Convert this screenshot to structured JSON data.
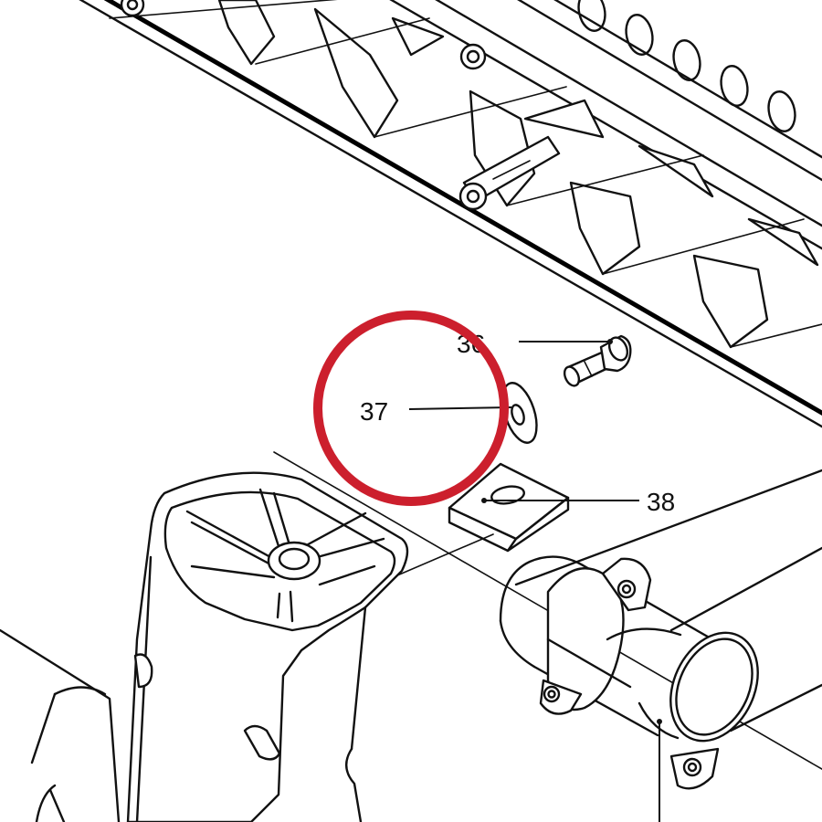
{
  "diagram": {
    "callouts": {
      "c36": "36",
      "c37": "37",
      "c38": "38"
    },
    "highlight_color": "#cc1f2d",
    "line_color": "#111111"
  }
}
